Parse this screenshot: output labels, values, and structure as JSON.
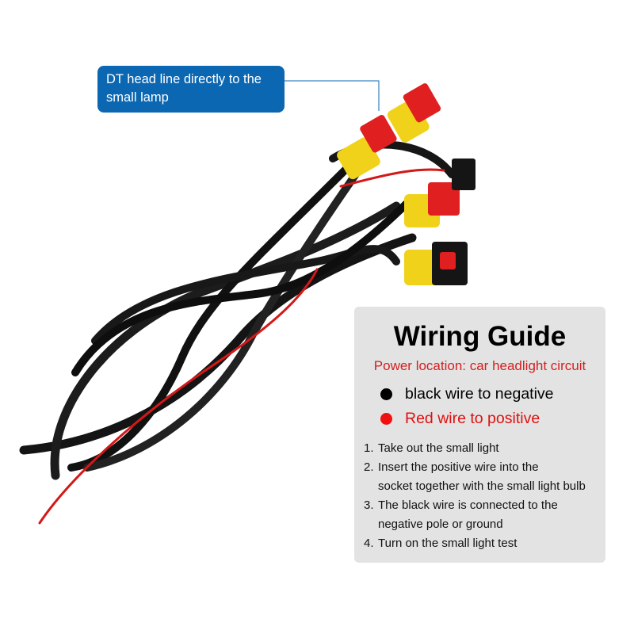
{
  "callout": {
    "text_line1": "DT head line directly to the",
    "text_line2": "small lamp"
  },
  "guide": {
    "title": "Wiring Guide",
    "subtitle": "Power location: car headlight circuit",
    "bullets": [
      {
        "text": "black wire to negative",
        "color": "#000000"
      },
      {
        "text": "Red wire to positive",
        "color": "#e01010"
      }
    ],
    "steps": [
      {
        "num": "1.",
        "line1": "Take out the small light"
      },
      {
        "num": "2.",
        "line1": "Insert the positive wire into the",
        "line2": "socket together with the small light bulb"
      },
      {
        "num": "3.",
        "line1": "The black wire is connected to the",
        "line2": "negative pole or ground"
      },
      {
        "num": "4.",
        "line1": "Turn on the small light test"
      }
    ]
  }
}
